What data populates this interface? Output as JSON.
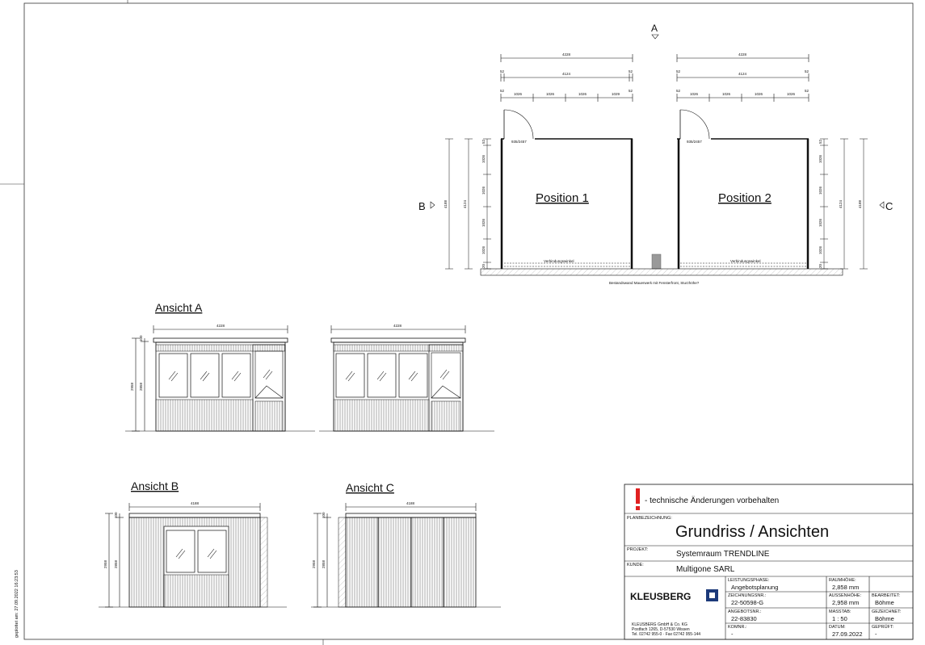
{
  "plan": {
    "section_a": "A",
    "section_b": "B",
    "section_c": "C",
    "total_width": "4228",
    "inner_width": "4124",
    "edge_dim": "52",
    "module_dim": "1026",
    "module_dim_last": "1029",
    "door_label": "935/2457",
    "depth_total": "4188",
    "depth_inner": "4124",
    "floor_dim": "20",
    "positions": [
      "Position 1",
      "Position 2"
    ],
    "connector_label": "Verbindungswinkel",
    "existing_wall": "Bestandswand Mauerwerk mit Fensterfront, Sturzhöhe?"
  },
  "views": {
    "a_title": "Ansicht A",
    "b_title": "Ansicht B",
    "c_title": "Ansicht C",
    "width_a": "4228",
    "width_bc": "4188",
    "top_dim": "100",
    "height_outer": "2958",
    "height_inner": "2858"
  },
  "title_block": {
    "notice": "- technische Änderungen vorbehalten",
    "plan_label": "PLANBEZEICHNUNG:",
    "plan_title": "Grundriss / Ansichten",
    "project_label": "PROJEKT:",
    "project": "Systemraum TRENDLINE",
    "client_label": "KUNDE:",
    "client": "Multigone SARL",
    "phase_label": "LEISTUNGSPHASE:",
    "phase": "Angebotsplanung",
    "drawing_no_label": "ZEICHNUNGSNR.:",
    "drawing_no": "22-50598-G",
    "offer_no_label": "ANGEBOTSNR.:",
    "offer_no": "22-83830",
    "commission_label": "KOMNR.:",
    "commission": "-",
    "room_height_label": "RAUMHÖHE:",
    "room_height": "2,858 mm",
    "outer_height_label": "AUSSENHÖHE:",
    "outer_height": "2,958 mm",
    "scale_label": "MASSTAB:",
    "scale": "1 : 50",
    "date_label": "DATUM:",
    "date": "27.09.2022",
    "processed_label": "BEARBEITET:",
    "processed": "Böhme",
    "drawn_label": "GEZEICHNET:",
    "drawn": "Böhme",
    "checked_label": "GEPRÜFT:",
    "checked": "-",
    "company_logo": "KLEUSBERG",
    "company_name": "KLEUSBERG GmbH & Co. KG",
    "company_address": "Postfach 1265, D-57530 Wissen",
    "company_phone": "Tel. 02742 955-0 · Fax 02742 955-144"
  },
  "margin_note": "geplottet am: 27.09.2022 16:23:53",
  "colors": {
    "line": "#111111",
    "accent": "#e02020",
    "floor": "#e8e8e8"
  }
}
